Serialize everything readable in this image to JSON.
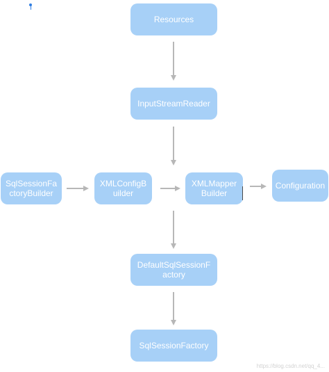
{
  "diagram": {
    "nodes": {
      "resources": {
        "label": "Resources"
      },
      "input_stream_reader": {
        "label": "InputStreamReader"
      },
      "sql_session_factory_builder": {
        "label": "SqlSessionFactoryBuilder"
      },
      "xml_config_builder": {
        "label": "XMLConfigBuilder"
      },
      "xml_mapper_builder": {
        "label": "XMLMapperBuilder"
      },
      "configuration": {
        "label": "Configuration"
      },
      "default_sql_session_factory": {
        "label": "DefaultSqlSessionFactory"
      },
      "sql_session_factory": {
        "label": "SqlSessionFactory"
      }
    },
    "edges": [
      {
        "from": "resources",
        "to": "input_stream_reader"
      },
      {
        "from": "input_stream_reader",
        "to": "xml_mapper_builder"
      },
      {
        "from": "sql_session_factory_builder",
        "to": "xml_config_builder"
      },
      {
        "from": "xml_config_builder",
        "to": "xml_mapper_builder"
      },
      {
        "from": "xml_mapper_builder",
        "to": "configuration"
      },
      {
        "from": "xml_mapper_builder",
        "to": "default_sql_session_factory"
      },
      {
        "from": "default_sql_session_factory",
        "to": "sql_session_factory"
      }
    ],
    "colors": {
      "node_fill": "#a7d0f7",
      "node_text": "#ffffff",
      "arrow": "#b7b7b7",
      "pin": "#2f7de1"
    }
  },
  "watermark": {
    "text": "https://blog.csdn.net/qq_4..."
  }
}
